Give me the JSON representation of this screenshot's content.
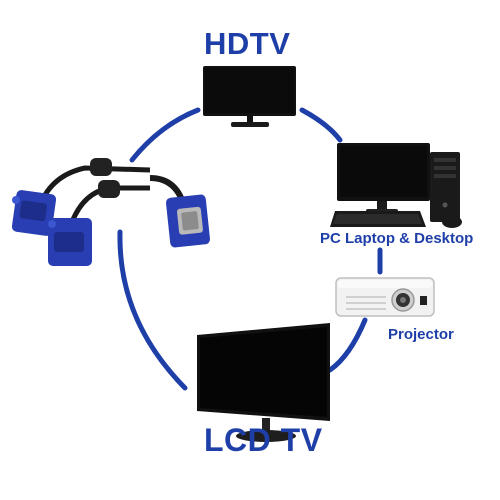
{
  "labels": {
    "hdtv": "HDTV",
    "pc": "PC Laptop & Desktop",
    "projector": "Projector",
    "lcd_tv": "LCD TV"
  },
  "colors": {
    "accent_blue": "#1e3fa8",
    "connector_blue": "#2a3eb4",
    "device_black": "#111111",
    "background": "#ffffff"
  },
  "icons": {
    "top": "hdtv-icon",
    "right_upper": "desktop-computer-icon",
    "right_lower": "projector-icon",
    "bottom": "lcd-tv-icon",
    "left": "vga-splitter-cable-icon"
  }
}
